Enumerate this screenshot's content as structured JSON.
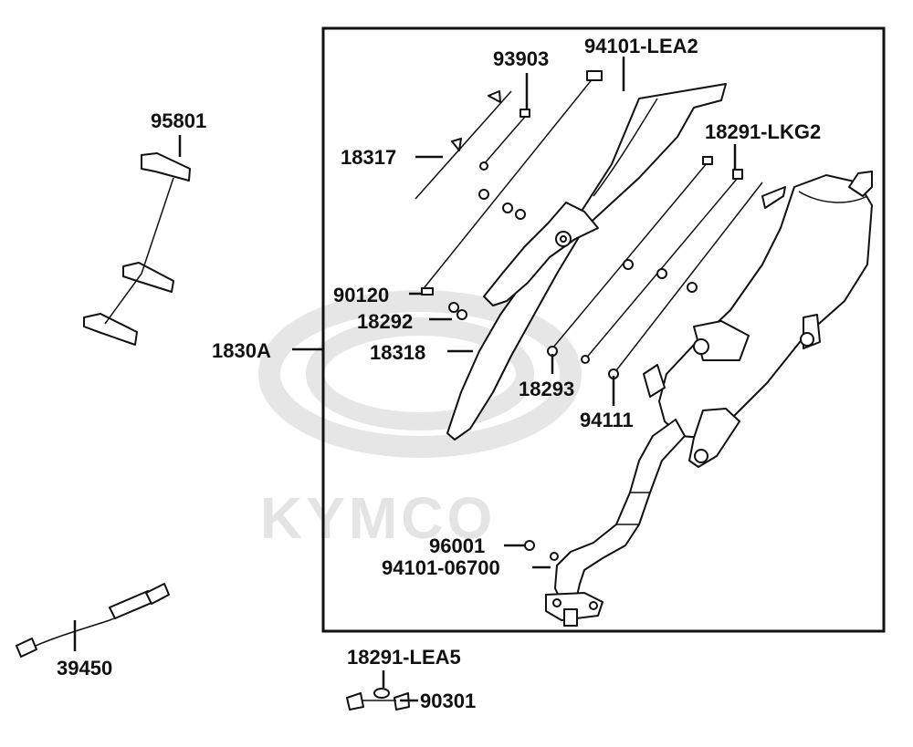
{
  "watermark": {
    "brand": "KYMCO"
  },
  "colors": {
    "line": "#111111",
    "watermark": "#e4e4e4",
    "background": "#ffffff"
  },
  "parts": {
    "p95801": "95801",
    "p18317": "18317",
    "p93903": "93903",
    "p94101_lea2": "94101-LEA2",
    "p18291_lkg2": "18291-LKG2",
    "p90120": "90120",
    "p18292": "18292",
    "p1830a": "1830A",
    "p18318": "18318",
    "p18293": "18293",
    "p94111": "94111",
    "p96001": "96001",
    "p94101_06700": "94101-06700",
    "p39450": "39450",
    "p18291_lea5": "18291-LEA5",
    "p90301": "90301"
  }
}
